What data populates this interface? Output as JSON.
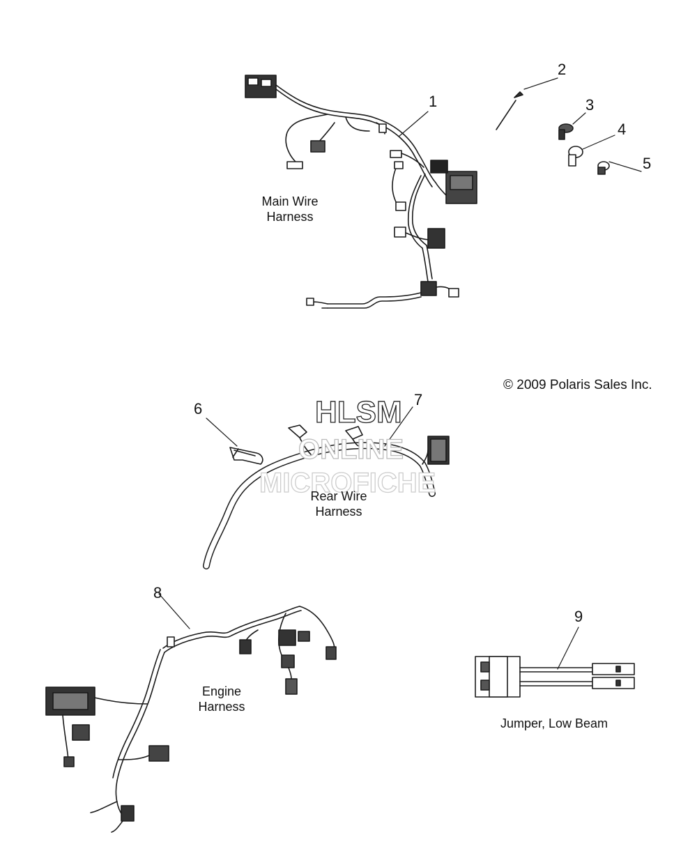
{
  "callouts": [
    "1",
    "2",
    "3",
    "4",
    "5",
    "6",
    "7",
    "8",
    "9"
  ],
  "labels": {
    "main_wire_harness": [
      "Main Wire",
      "Harness"
    ],
    "rear_wire_harness": [
      "Rear Wire",
      "Harness"
    ],
    "engine_harness": [
      "Engine",
      "Harness"
    ],
    "jumper_low_beam": "Jumper, Low Beam"
  },
  "copyright": "© 2009 Polaris Sales Inc.",
  "watermark": [
    "HLSM",
    "ONLINE",
    "MICROFICHE"
  ],
  "colors": {
    "line": "#1a1a1a",
    "background": "#ffffff"
  }
}
